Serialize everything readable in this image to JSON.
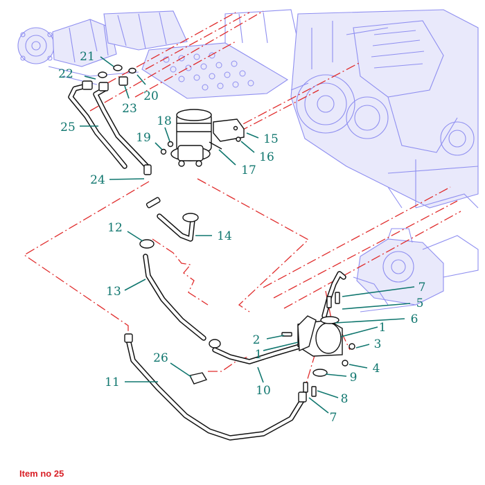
{
  "caption": "Item no 25",
  "colors": {
    "callout": "#0f766e",
    "centerline": "#e02b2b",
    "background_machinery": "#8e8ef0",
    "caption": "#d81f26"
  },
  "callouts": [
    {
      "id": "c21",
      "label": "21"
    },
    {
      "id": "c22",
      "label": "22"
    },
    {
      "id": "c23",
      "label": "23"
    },
    {
      "id": "c20",
      "label": "20"
    },
    {
      "id": "c25",
      "label": "25"
    },
    {
      "id": "c18",
      "label": "18"
    },
    {
      "id": "c19",
      "label": "19"
    },
    {
      "id": "c15",
      "label": "15"
    },
    {
      "id": "c16",
      "label": "16"
    },
    {
      "id": "c17",
      "label": "17"
    },
    {
      "id": "c24",
      "label": "24"
    },
    {
      "id": "c12",
      "label": "12"
    },
    {
      "id": "c14",
      "label": "14"
    },
    {
      "id": "c13",
      "label": "13"
    },
    {
      "id": "c7a",
      "label": "7"
    },
    {
      "id": "c5",
      "label": "5"
    },
    {
      "id": "c6",
      "label": "6"
    },
    {
      "id": "c1a",
      "label": "1"
    },
    {
      "id": "c3",
      "label": "3"
    },
    {
      "id": "c2",
      "label": "2"
    },
    {
      "id": "c1b",
      "label": "1"
    },
    {
      "id": "c4",
      "label": "4"
    },
    {
      "id": "c26",
      "label": "26"
    },
    {
      "id": "c9",
      "label": "9"
    },
    {
      "id": "c11",
      "label": "11"
    },
    {
      "id": "c8",
      "label": "8"
    },
    {
      "id": "c10",
      "label": "10"
    },
    {
      "id": "c7b",
      "label": "7"
    }
  ]
}
